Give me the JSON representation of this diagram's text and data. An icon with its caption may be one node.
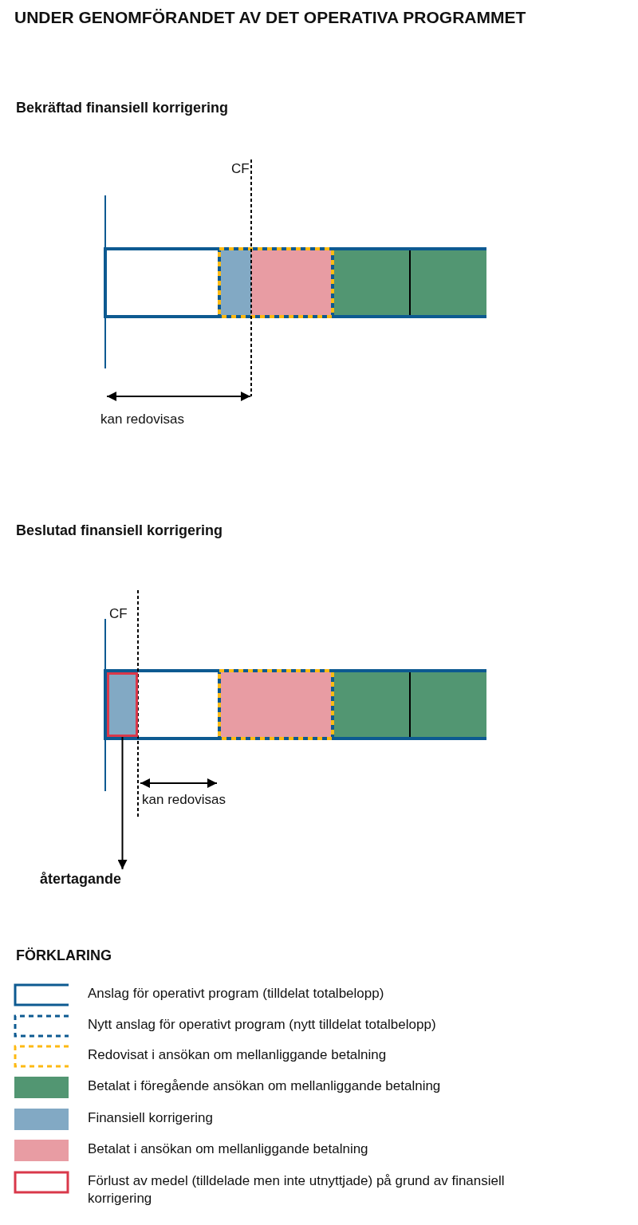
{
  "diagram": {
    "title": "UNDER GENOMFÖRANDET AV DET OPERATIVA PROGRAMMET",
    "nodes": [
      {
        "text": [],
        "shape": "bar"
      },
      {
        "text": [
          "återtagande"
        ]
      }
    ],
    "edges": [
      {
        "from": 0,
        "to": 1,
        "arrow": "to"
      }
    ],
    "labels": [
      "Bekräftad finansiell korrigering",
      "CF",
      "kan redovisas",
      "Beslutad finansiell korrigering",
      "CF",
      "kan redovisas",
      "FÖRKLARING"
    ],
    "legend": [
      {
        "text": "Anslag för operativt program (tilldelat totalbelopp)"
      },
      {
        "text": "Nytt anslag för operativt program (nytt tilldelat totalbelopp)"
      },
      {
        "text": "Redovisat i ansökan om mellanliggande betalning"
      },
      {
        "text": "Betalat i föregående ansökan om mellanliggande betalning",
        "color": "#529672"
      },
      {
        "text": "Finansiell korrigering",
        "color": "#82a9c4"
      },
      {
        "text": "Betalat i ansökan om mellanliggande betalning",
        "color": "#e89ca3"
      },
      {
        "text": "Förlust av medel (tilldelade men inte utnyttjade) på grund av finansiell korrigering"
      }
    ]
  }
}
